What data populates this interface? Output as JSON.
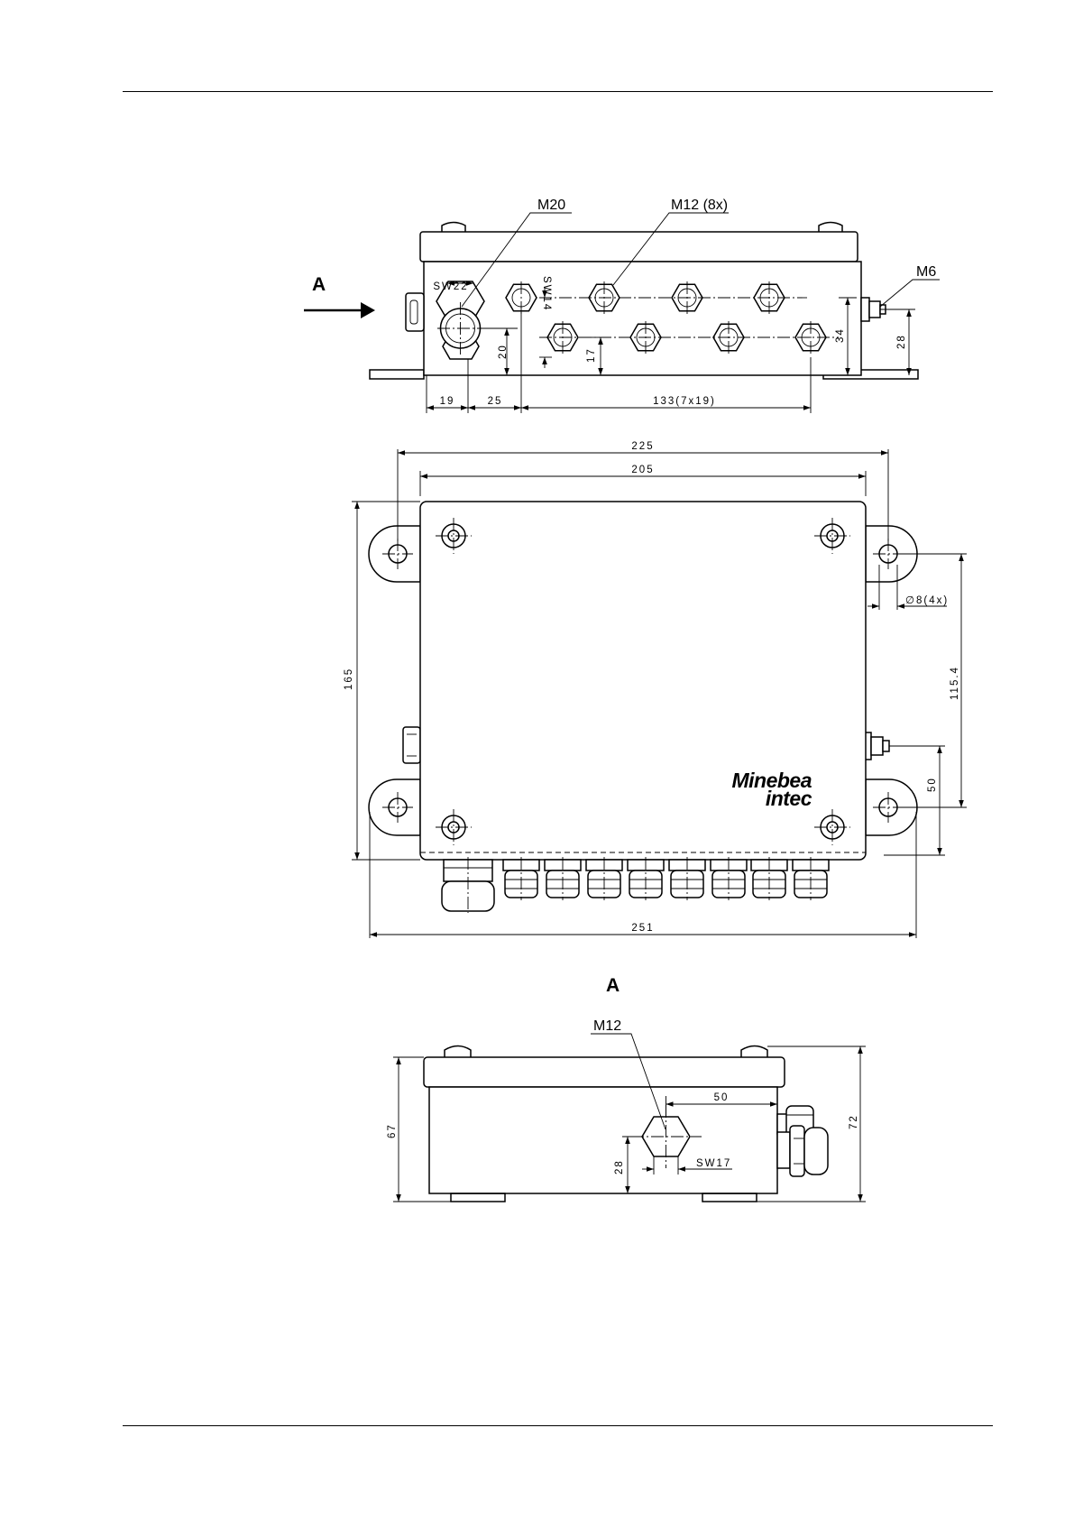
{
  "labels": {
    "view_arrow": "A",
    "view_title": "A",
    "thread_m20": "M20",
    "thread_m12_8x": "M12 (8x)",
    "thread_m6": "M6",
    "thread_m12": "M12",
    "wrench_sw22": "SW22",
    "wrench_sw14": "SW14",
    "wrench_sw17": "SW17",
    "hole_dia": "∅8(4x)"
  },
  "dimensions": {
    "top": {
      "d19": "19",
      "d25": "25",
      "d133": "133(7x19)",
      "d20": "20",
      "d17": "17",
      "d34": "34",
      "d28": "28"
    },
    "plan": {
      "d225": "225",
      "d205": "205",
      "d165": "165",
      "d115_4": "115.4",
      "d50": "50",
      "d251": "251"
    },
    "side": {
      "d67": "67",
      "d72": "72",
      "d50": "50",
      "d28": "28"
    }
  },
  "logo": {
    "line1": "Minebea",
    "line2": "intec"
  }
}
